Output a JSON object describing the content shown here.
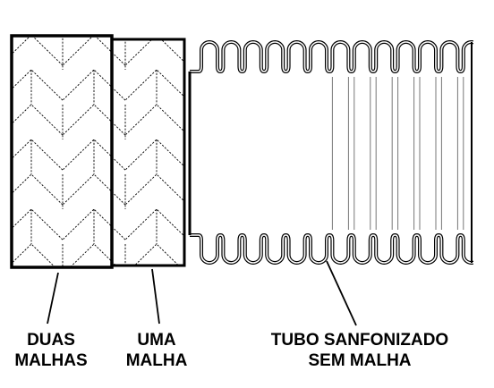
{
  "labels": {
    "duas_malhas": {
      "line1": "DUAS",
      "line2": "MALHAS"
    },
    "uma_malha": {
      "line1": "UMA",
      "line2": "MALHA"
    },
    "tubo_sanfonizado": {
      "line1": "TUBO SANFONIZADO",
      "line2": "SEM MALHA"
    }
  },
  "colors": {
    "ink": "#000000",
    "paper": "#ffffff",
    "inner_ribs": "#777777"
  }
}
